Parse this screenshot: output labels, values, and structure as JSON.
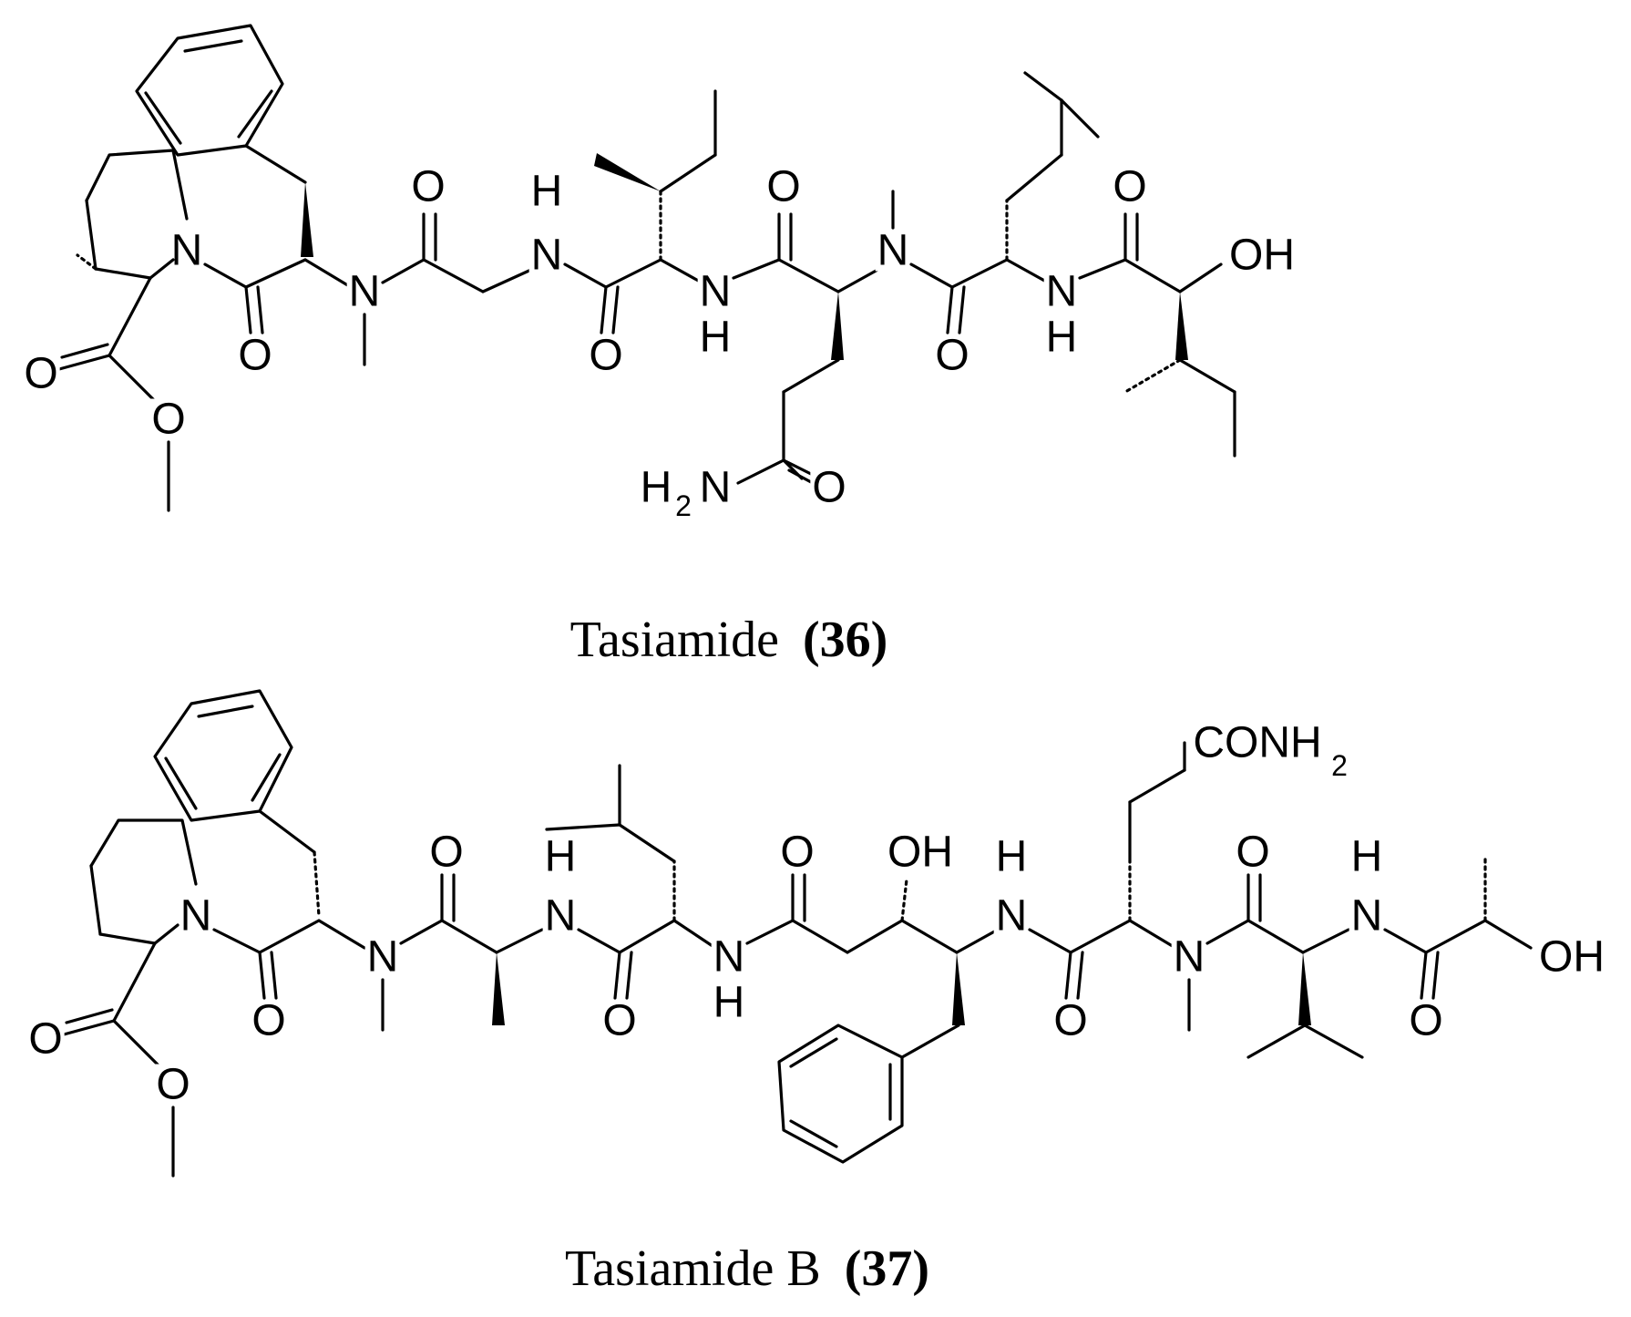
{
  "compounds": [
    {
      "name": "Tasiamide",
      "number": "(36)"
    },
    {
      "name": "Tasiamide B",
      "number": "(37)"
    }
  ],
  "atoms": {
    "N": "N",
    "O": "O",
    "H": "H",
    "OH": "OH",
    "NH": "NH",
    "H2N_H": "H",
    "H2N_N": "N",
    "sub2": "2",
    "CONH": "CONH"
  },
  "colors": {
    "ink": "#000000",
    "background": "#ffffff"
  }
}
